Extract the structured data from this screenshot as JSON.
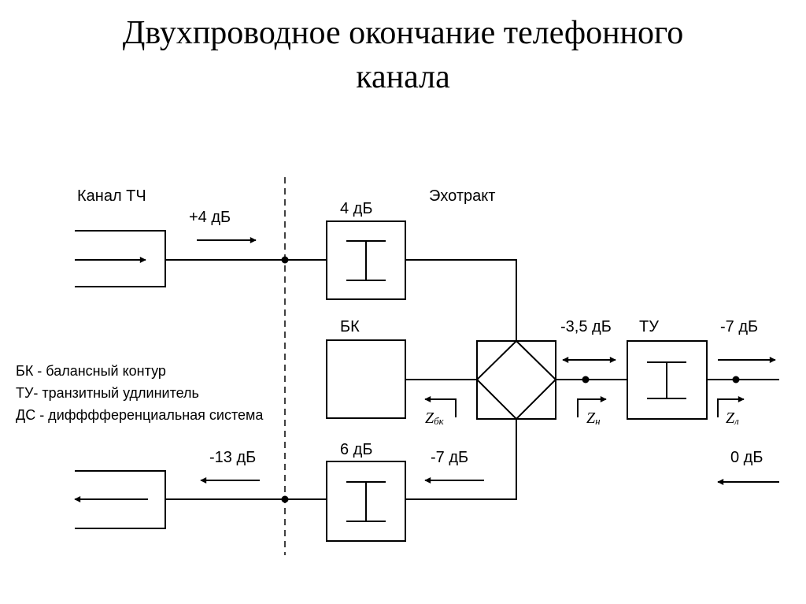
{
  "title": {
    "line1": "Двухпроводное окончание телефонного",
    "line2": "канала"
  },
  "diagram": {
    "channel_label": "Канал ТЧ",
    "echo_label": "Эхотракт",
    "tx_level": "+4 дБ",
    "rx_level": "-13 дБ",
    "amp_top_gain": "4 дБ",
    "amp_bottom_gain": "6 дБ",
    "bk_label": "БК",
    "tu_label": "ТУ",
    "level_hybrid_out": "-3,5 дБ",
    "level_tu_out": "-7 дБ",
    "level_before_bottom_amp": "-7 дБ",
    "level_line_in": "0 дБ",
    "z_bk": {
      "base": "Z",
      "sub": "бк"
    },
    "z_n": {
      "base": "Z",
      "sub": "н"
    },
    "z_l": {
      "base": "Z",
      "sub": "л"
    }
  },
  "legend": [
    "БК - балансный контур",
    "ТУ- транзитный удлинитель",
    "ДС - дифффференциальная система"
  ],
  "colors": {
    "line": "#000000",
    "background": "#ffffff"
  }
}
